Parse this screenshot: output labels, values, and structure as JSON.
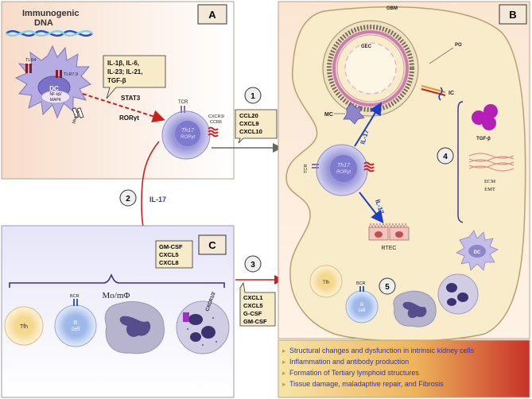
{
  "panel_a": {
    "label": "A",
    "heading_line1": "Immunogenic",
    "heading_line2": "DNA",
    "tlr4": "TLR4",
    "tlr7_9": "TLR7,9",
    "nfkb_line1": "NF-kβ/",
    "nfkb_line2": "MAPK",
    "dc": "DC",
    "mhc2": "MHC II",
    "cytokines_line1": "IL-1β, IL-6,",
    "cytokines_line2": "IL-23; IL-21,",
    "cytokines_line3": "TGF-β",
    "stat3": "STAT3",
    "roryt": "RORγt",
    "tcr": "TCR",
    "th17_line1": "Th17",
    "th17_line2": "RORγt",
    "cxcr3_line1": "CXCR3/",
    "cxcr3_line2": "CCR6"
  },
  "step1": {
    "number": "1",
    "chemokines": [
      "CCL20",
      "CXCL9",
      "CXCL10"
    ]
  },
  "step2": {
    "number": "2",
    "il17": "IL-17"
  },
  "step3": {
    "number": "3",
    "chemokines": [
      "CXCL1",
      "CXCL5",
      "G-CSF",
      "GM-CSF"
    ]
  },
  "panel_b": {
    "label": "B",
    "gbm": "GBM",
    "gec": "GEC",
    "po": "PO",
    "ic": "IC",
    "mc": "MC",
    "il17_up": "IL-17",
    "il17_down": "IL-17",
    "tcr": "TCR",
    "th17_line1": "Th17",
    "th17_line2": "RORγt",
    "step4": "4",
    "tgfb": "TGF-β",
    "ecm": "ECM",
    "emt": "EMT",
    "rtec": "RTEC",
    "dc": "DC",
    "tfh": "Tfh",
    "bcr": "BCR",
    "bcell_line1": "B",
    "bcell_line2": "cell",
    "step5": "5"
  },
  "panel_c": {
    "label": "C",
    "cytokines": [
      "GM-CSF",
      "CXCL5",
      "CXCL8"
    ],
    "mo": "Mo/mΦ",
    "tfh": "Tfh",
    "bcr": "BCR",
    "bcell_line1": "B",
    "bcell_line2": "cell",
    "cxcr": "CXCR1/2"
  },
  "outcomes": [
    "Structural changes and dysfunction in intrinsic kidney cells",
    "Inflammation and antibody production",
    "Formation of Tertiary lymphoid structures",
    "Tissue damage, maladaptive repair, and Fibrosis"
  ],
  "colors": {
    "arrow_red": "#cc1f1f",
    "arrow_blue": "#1a3fc4",
    "il17_text": "#2a36c8",
    "outcome_text": "#2233dd",
    "kidney_fill": "#f8eccb",
    "th17_fill": "#b9b6e6",
    "dc_fill": "#a8a0dc",
    "tgf_purple": "#b51fb8"
  }
}
